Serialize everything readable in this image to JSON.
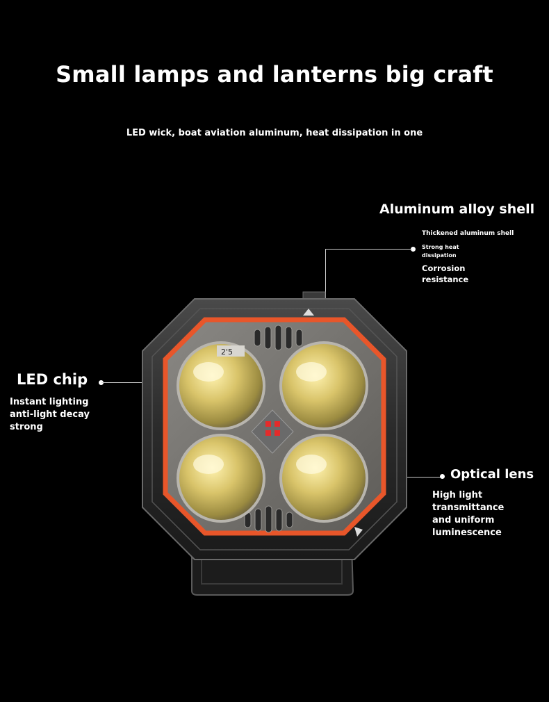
{
  "header": {
    "title": "Small lamps and lanterns big craft",
    "subtitle": "LED wick, boat aviation aluminum, heat dissipation in one"
  },
  "callouts": {
    "shell": {
      "title": "Aluminum alloy shell",
      "feature_1": "Thickened aluminum shell",
      "feature_2_line1": "Strong heat",
      "feature_2_line2": "dissipation",
      "feature_3_line1": "Corrosion",
      "feature_3_line2": "resistance"
    },
    "chip": {
      "title": "LED chip",
      "line1": "Instant lighting",
      "line2": "anti-light decay",
      "line3": "strong"
    },
    "lens": {
      "title": "Optical lens",
      "line1": "High light",
      "line2": "transmittance",
      "line3": "and uniform",
      "line4": "luminescence"
    }
  },
  "product": {
    "lens_marking": "2'5",
    "colors": {
      "ring": "#e8562a",
      "lens": "#d9c46a",
      "body": "#2b2b2b"
    }
  }
}
